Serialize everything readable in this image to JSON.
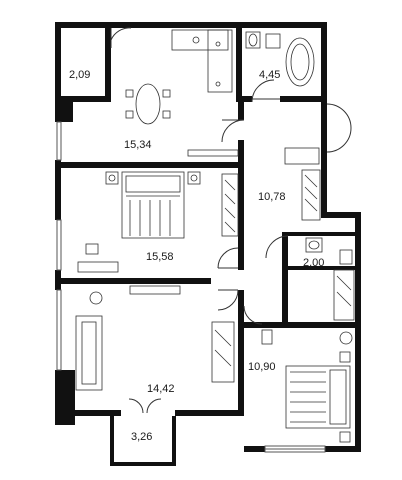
{
  "plan": {
    "rooms": [
      {
        "id": "storage",
        "area": "2,09"
      },
      {
        "id": "bathroom",
        "area": "4,45"
      },
      {
        "id": "kitchen-dining",
        "area": "15,34"
      },
      {
        "id": "hallway",
        "area": "10,78"
      },
      {
        "id": "bedroom-1",
        "area": "15,58"
      },
      {
        "id": "wc",
        "area": "2,00"
      },
      {
        "id": "living-room",
        "area": "14,42"
      },
      {
        "id": "bedroom-2",
        "area": "10,90"
      },
      {
        "id": "balcony",
        "area": "3,26"
      }
    ],
    "colors": {
      "wall": "#111111",
      "line": "#333333",
      "paper": "#ffffff",
      "window": "#555555"
    }
  }
}
